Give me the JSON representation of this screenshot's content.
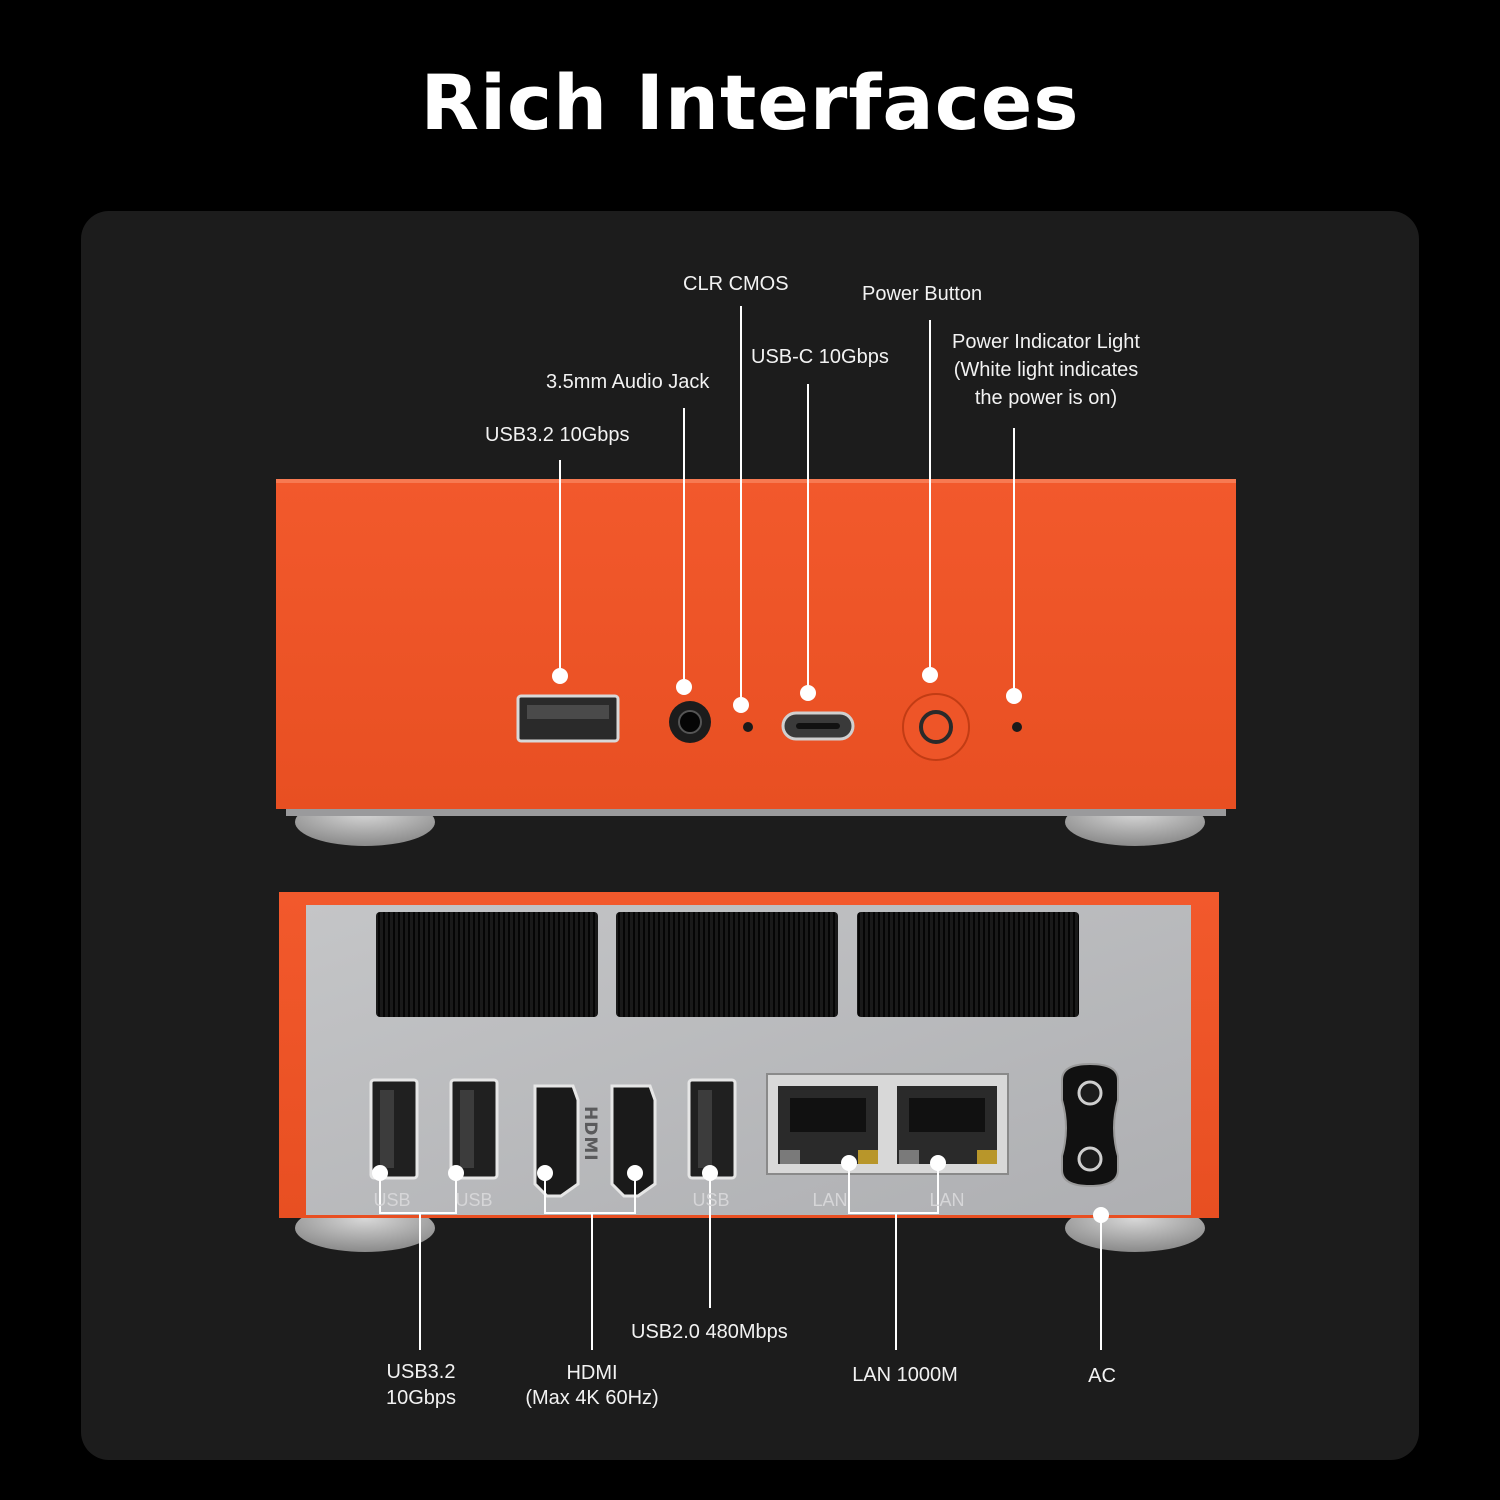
{
  "title": "Rich Interfaces",
  "colors": {
    "background": "#000000",
    "panel": "#1c1c1c",
    "case_orange": "#f2592c",
    "rear_panel": "#b9babc",
    "label_text": "#f2f2f2"
  },
  "front_labels": {
    "usb32": "USB3.2 10Gbps",
    "audio": "3.5mm Audio Jack",
    "clr_cmos": "CLR CMOS",
    "usbc": "USB-C 10Gbps",
    "power_button": "Power Button",
    "power_light": [
      "Power Indicator Light",
      "(White light indicates",
      "the power is on)"
    ]
  },
  "rear_port_marks": {
    "usb_1": "USB",
    "usb_2": "USB",
    "usb_3": "USB",
    "lan_1": "LAN",
    "lan_2": "LAN",
    "hdmi_logo": "HDMI"
  },
  "rear_labels": {
    "usb32": [
      "USB3.2",
      "10Gbps"
    ],
    "hdmi": [
      "HDMI",
      "(Max 4K 60Hz)"
    ],
    "usb20": "USB2.0 480Mbps",
    "lan": "LAN 1000M",
    "ac": "AC"
  }
}
